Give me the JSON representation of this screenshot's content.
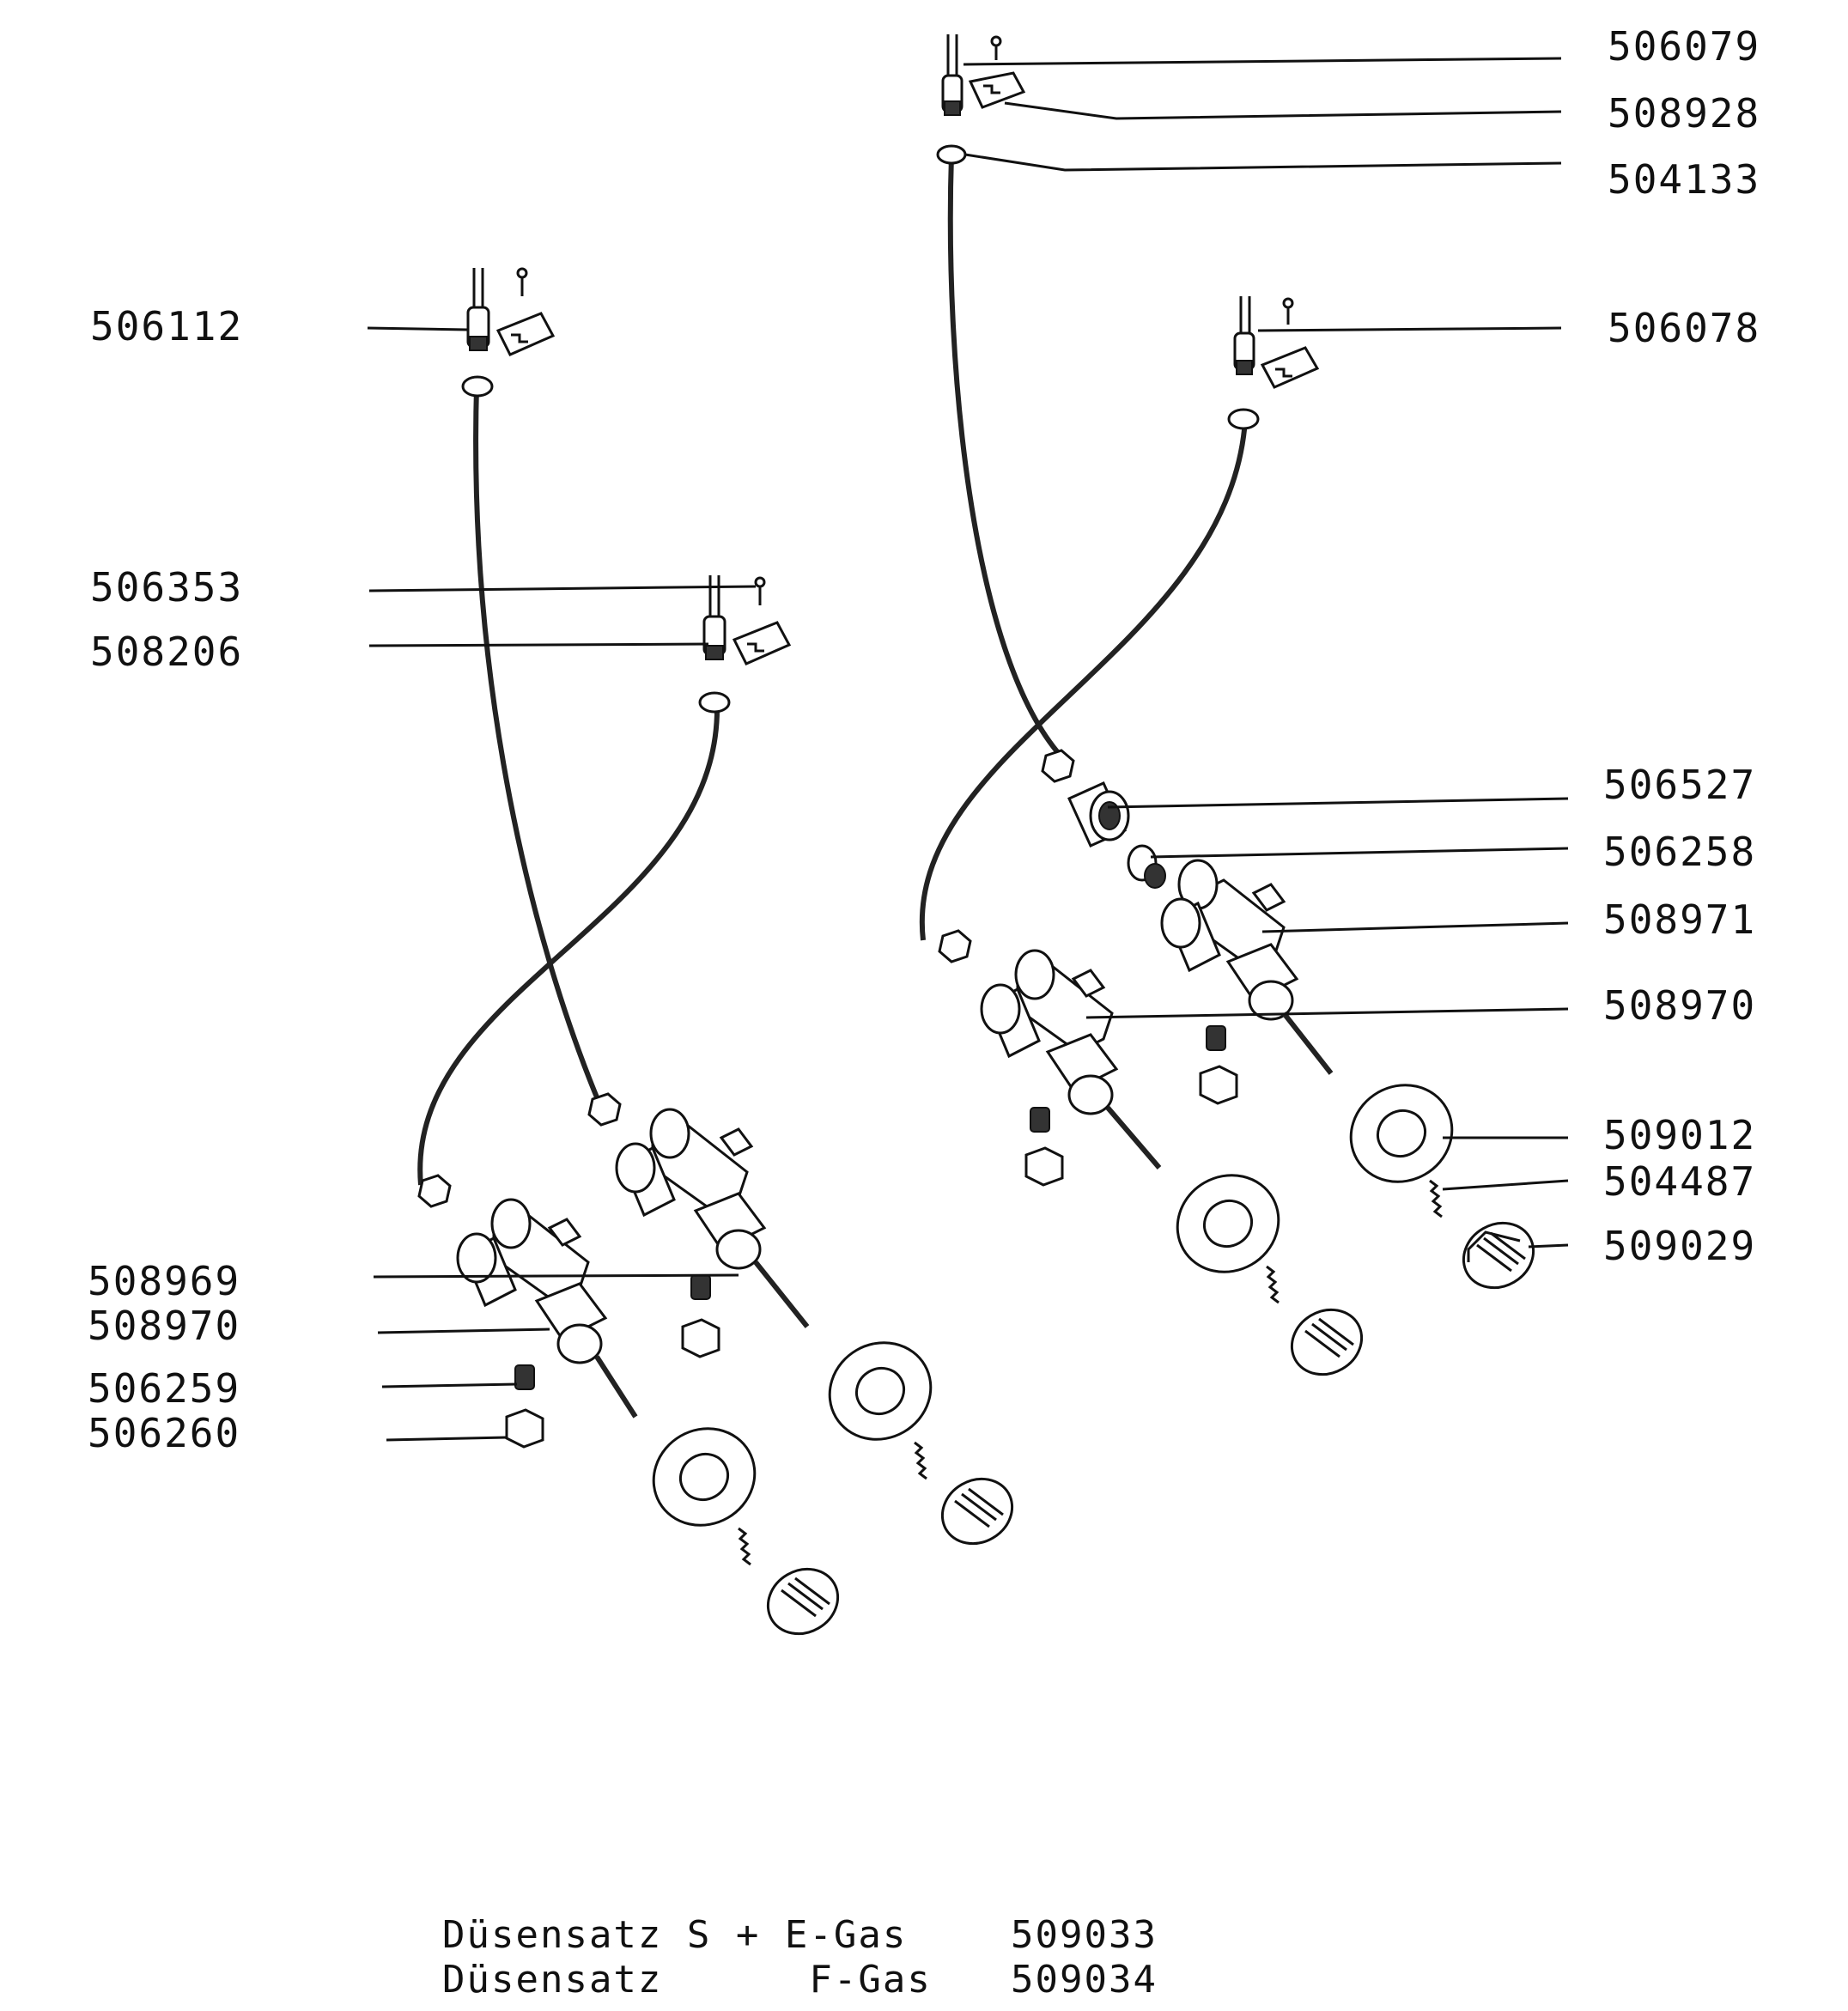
{
  "part_numbers": {
    "p506079": "506079",
    "p508928": "508928",
    "p504133": "504133",
    "p506078": "506078",
    "p506112": "506112",
    "p506353": "506353",
    "p508206": "508206",
    "p506527": "506527",
    "p506258": "506258",
    "p508971": "508971",
    "p508970r": "508970",
    "p509012": "509012",
    "p504487": "504487",
    "p509029": "509029",
    "p508969": "508969",
    "p508970l": "508970",
    "p506259": "506259",
    "p506260": "506260"
  },
  "footer": {
    "row1_name": "Düsensatz S + E-Gas",
    "row1_number": "509033",
    "row2_name": "Düsensatz      F-Gas",
    "row2_number": "509034"
  }
}
